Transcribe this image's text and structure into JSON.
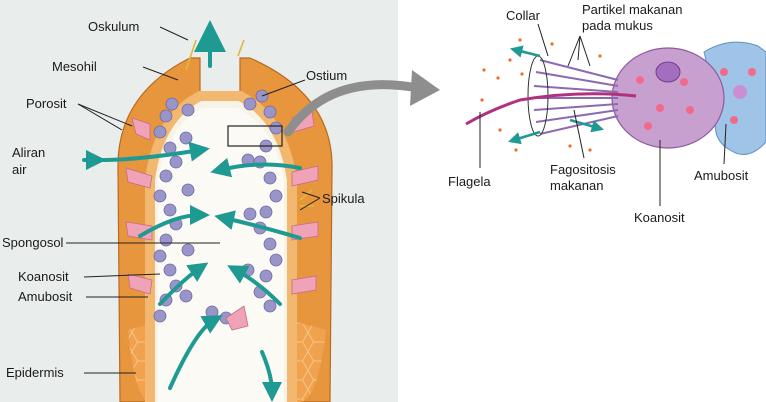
{
  "left_labels": {
    "oskulum": "Oskulum",
    "mesohil": "Mesohil",
    "porosit": "Porosit",
    "aliran_air_1": "Aliran",
    "aliran_air_2": "air",
    "spongosol": "Spongosol",
    "koanosit": "Koanosit",
    "amubosit": "Amubosit",
    "epidermis": "Epidermis",
    "ostium": "Ostium",
    "spikula": "Spikula"
  },
  "right_labels": {
    "collar": "Collar",
    "partikel_1": "Partikel makanan",
    "partikel_2": "pada mukus",
    "flagela": "Flagela",
    "fagositosis_1": "Fagositosis",
    "fagositosis_2": "makanan",
    "koanosit": "Koanosit",
    "amubosit": "Amubosit"
  },
  "colors": {
    "panel_bg": "#e9edeb",
    "sponge_outer": "#e8963e",
    "sponge_inner": "#f2b870",
    "arrow_teal": "#1e9a93",
    "choanocyte": "#9a95c9",
    "pink_cell": "#f0a2b6",
    "koanosit_cell": "#c7a0d0",
    "amubosit_cell": "#9fc4e8",
    "pointer_arrow": "#8e8e8e"
  }
}
